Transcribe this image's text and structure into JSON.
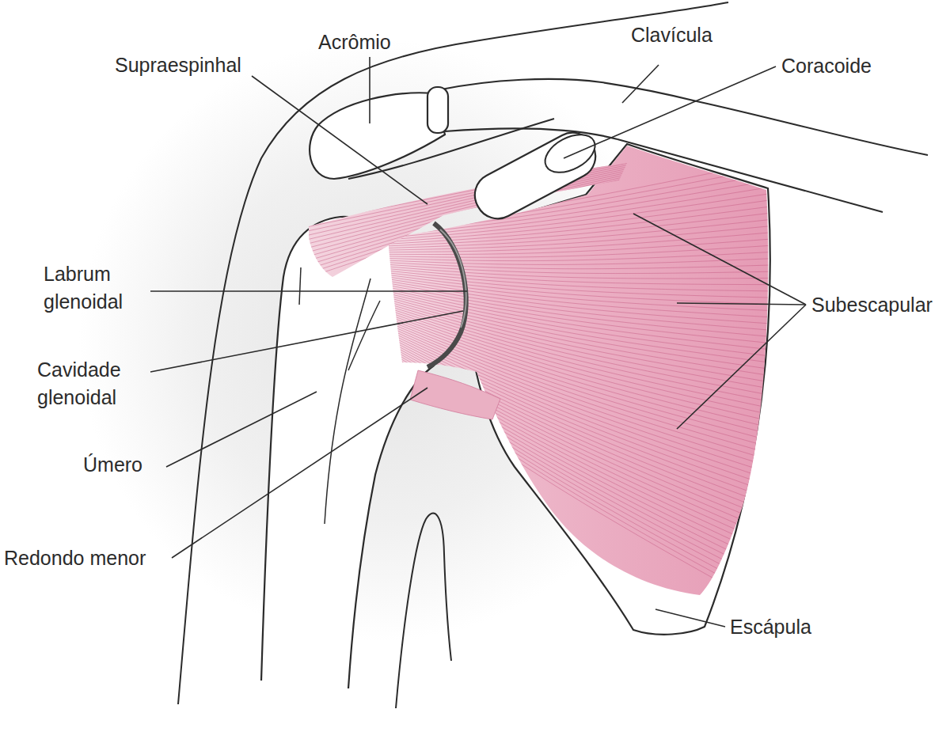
{
  "diagram": {
    "labels": [
      "Acrômio",
      "Clavícula",
      "Supraespinhal",
      "Coracoide",
      "Subescapular",
      "Labrum glenoidal",
      "Cavidade glenoidal",
      "Úmero",
      "Redondo menor",
      "Escápula"
    ]
  }
}
